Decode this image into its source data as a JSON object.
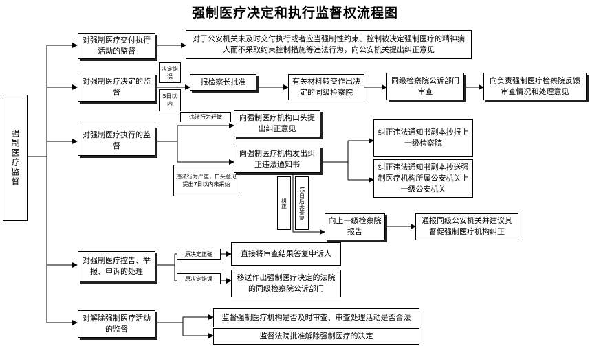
{
  "title": "强制医疗决定和执行监督权流程图",
  "root": "强制医疗监督",
  "branches": {
    "delivery": {
      "label": "对强制医疗交付执行活动的监督",
      "result": "对于公安机关未及时交付执行或者应当强制性约束、控制被决定强制医疗的精神病人而不采取约束控制措施等违法行为，向公安机关提出纠正意见"
    },
    "decision": {
      "label": "对强制医疗决定的监督",
      "note_error": "决定错误",
      "note_days": "5日以内",
      "steps": [
        "报检察长批准",
        "有关材料转交作出决定的同级检察院",
        "同级检察院公诉部门审查",
        "向负责强制医疗检察院反馈审查情况和处理意见"
      ]
    },
    "execution": {
      "label": "对强制医疗执行的监督",
      "note_minor": "违法行为轻微",
      "note_serious": "违法行为严重，口头意见提出7日以内未采纳",
      "oral": "向强制医疗机构口头提出纠正意见",
      "notice": "向强制医疗机构发出纠正违法通知书",
      "copy_upper": "纠正违法通知书副本抄报上一级检察院",
      "copy_police": "纠正违法通知书副本抄送强制医疗机构所属公安机关上一级公安机关",
      "note_uncorrected": "15日后未答复",
      "note_correct": "纠正",
      "report": "向上一级检察院报告",
      "final": "通报同级公安机关并建议其督促强制医疗机构纠正"
    },
    "complaint": {
      "label": "对强制医疗控告、举报、申诉的处理",
      "note_right": "原决定正确",
      "note_wrong": "原决定错误",
      "reply": "直接将审查结果答复申诉人",
      "transfer": "移送作出强制医疗决定的法院的同级检察院公诉部门"
    },
    "release": {
      "label": "对解除强制医疗活动的监督",
      "check_review": "监督强制医疗机构是否及时审查、审查处理活动是否合法",
      "check_court": "监督法院批准解除强制医疗的决定"
    }
  }
}
